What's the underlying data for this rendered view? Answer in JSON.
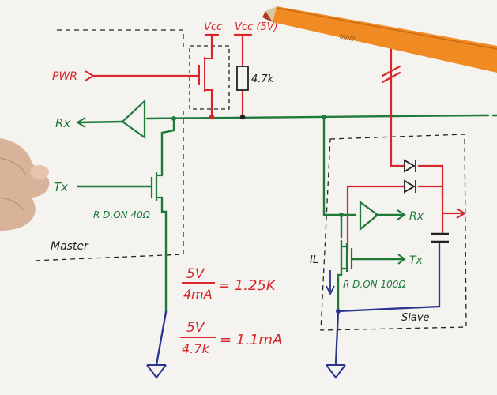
{
  "labels": {
    "vcc_left": "Vcc",
    "vcc_right": "Vcc (5V)",
    "pwr": "PWR",
    "resistor": "4.7k",
    "rx_master": "Rx",
    "tx_master": "Tx",
    "rdon_master": "R D,ON 40Ω",
    "master": "Master",
    "il": "IL",
    "rx_slave": "Rx",
    "tx_slave": "Tx",
    "rdon_slave": "R D,ON 100Ω",
    "slave": "Slave",
    "eq1_num": "5V",
    "eq1_den": "4mA",
    "eq1_res": "= 1.25K",
    "eq2_num": "5V",
    "eq2_den": "4.7k",
    "eq2_res": "= 1.1mA"
  },
  "colors": {
    "paper": "#f4f3ef",
    "red": "#d8262a",
    "green": "#1f7a3a",
    "blue": "#2a3590",
    "black": "#222222",
    "pen_body": "#f08a22",
    "hand": "#d9b29a"
  },
  "icons": [
    "pen",
    "hand",
    "ground-symbol",
    "mosfet-symbol",
    "amplifier-symbol",
    "diode-symbol",
    "capacitor-symbol",
    "arrow-symbol"
  ]
}
